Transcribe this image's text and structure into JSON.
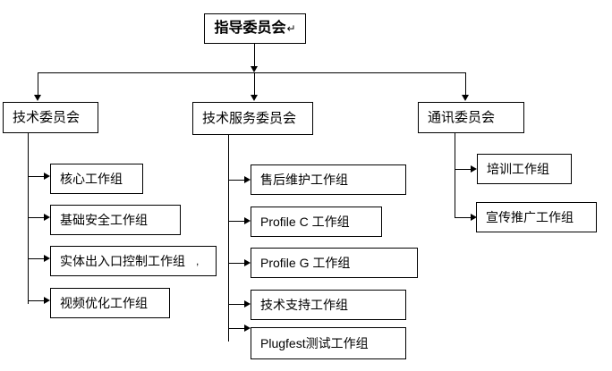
{
  "diagram": {
    "type": "organizational-chart",
    "title_node": {
      "label": "指导委员会",
      "mark": "↵"
    },
    "level2": [
      {
        "label": "技术委员会"
      },
      {
        "label": "技术服务委员会"
      },
      {
        "label": "通讯委员会"
      }
    ],
    "branch_technical": {
      "parent": "技术委员会",
      "children": [
        {
          "label": "核心工作组",
          "mark": ""
        },
        {
          "label": "基础安全工作组",
          "mark": ""
        },
        {
          "label": "实体出入口控制工作组",
          "mark": ","
        },
        {
          "label": "视频优化工作组",
          "mark": ""
        }
      ]
    },
    "branch_technical_service": {
      "parent": "技术服务委员会",
      "children": [
        {
          "label": "售后维护工作组",
          "mark": ""
        },
        {
          "label": "Profile C 工作组",
          "mark": ""
        },
        {
          "label": "Profile G 工作组",
          "mark": ""
        },
        {
          "label": "技术支持工作组",
          "mark": ""
        },
        {
          "label": "Plugfest测试工作组",
          "mark": ""
        }
      ]
    },
    "branch_communication": {
      "parent": "通讯委员会",
      "children": [
        {
          "label": "培训工作组",
          "mark": ""
        },
        {
          "label": "宣传推广工作组",
          "mark": ""
        }
      ]
    },
    "colors": {
      "background": "#ffffff",
      "line": "#000000",
      "text": "#000000",
      "box_fill": "#ffffff"
    }
  }
}
